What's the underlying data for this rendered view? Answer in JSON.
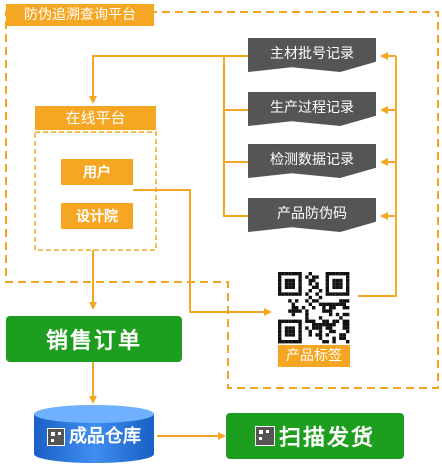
{
  "platform": {
    "title": "防伪追溯查询平台"
  },
  "records": [
    {
      "label": "主材批号记录"
    },
    {
      "label": "生产过程记录"
    },
    {
      "label": "检测数据记录"
    },
    {
      "label": "产品防伪码"
    }
  ],
  "online": {
    "title": "在线平台",
    "roles": [
      "用户",
      "设计院"
    ]
  },
  "qr": {
    "label": "产品标签"
  },
  "sales": {
    "label": "销售订单"
  },
  "warehouse": {
    "label": "成品仓库"
  },
  "shipping": {
    "label": "扫描发货"
  },
  "colors": {
    "orange": "#f5a623",
    "dark": "#555555",
    "green": "#1e9e1e",
    "blue": "#1e6fd8"
  }
}
